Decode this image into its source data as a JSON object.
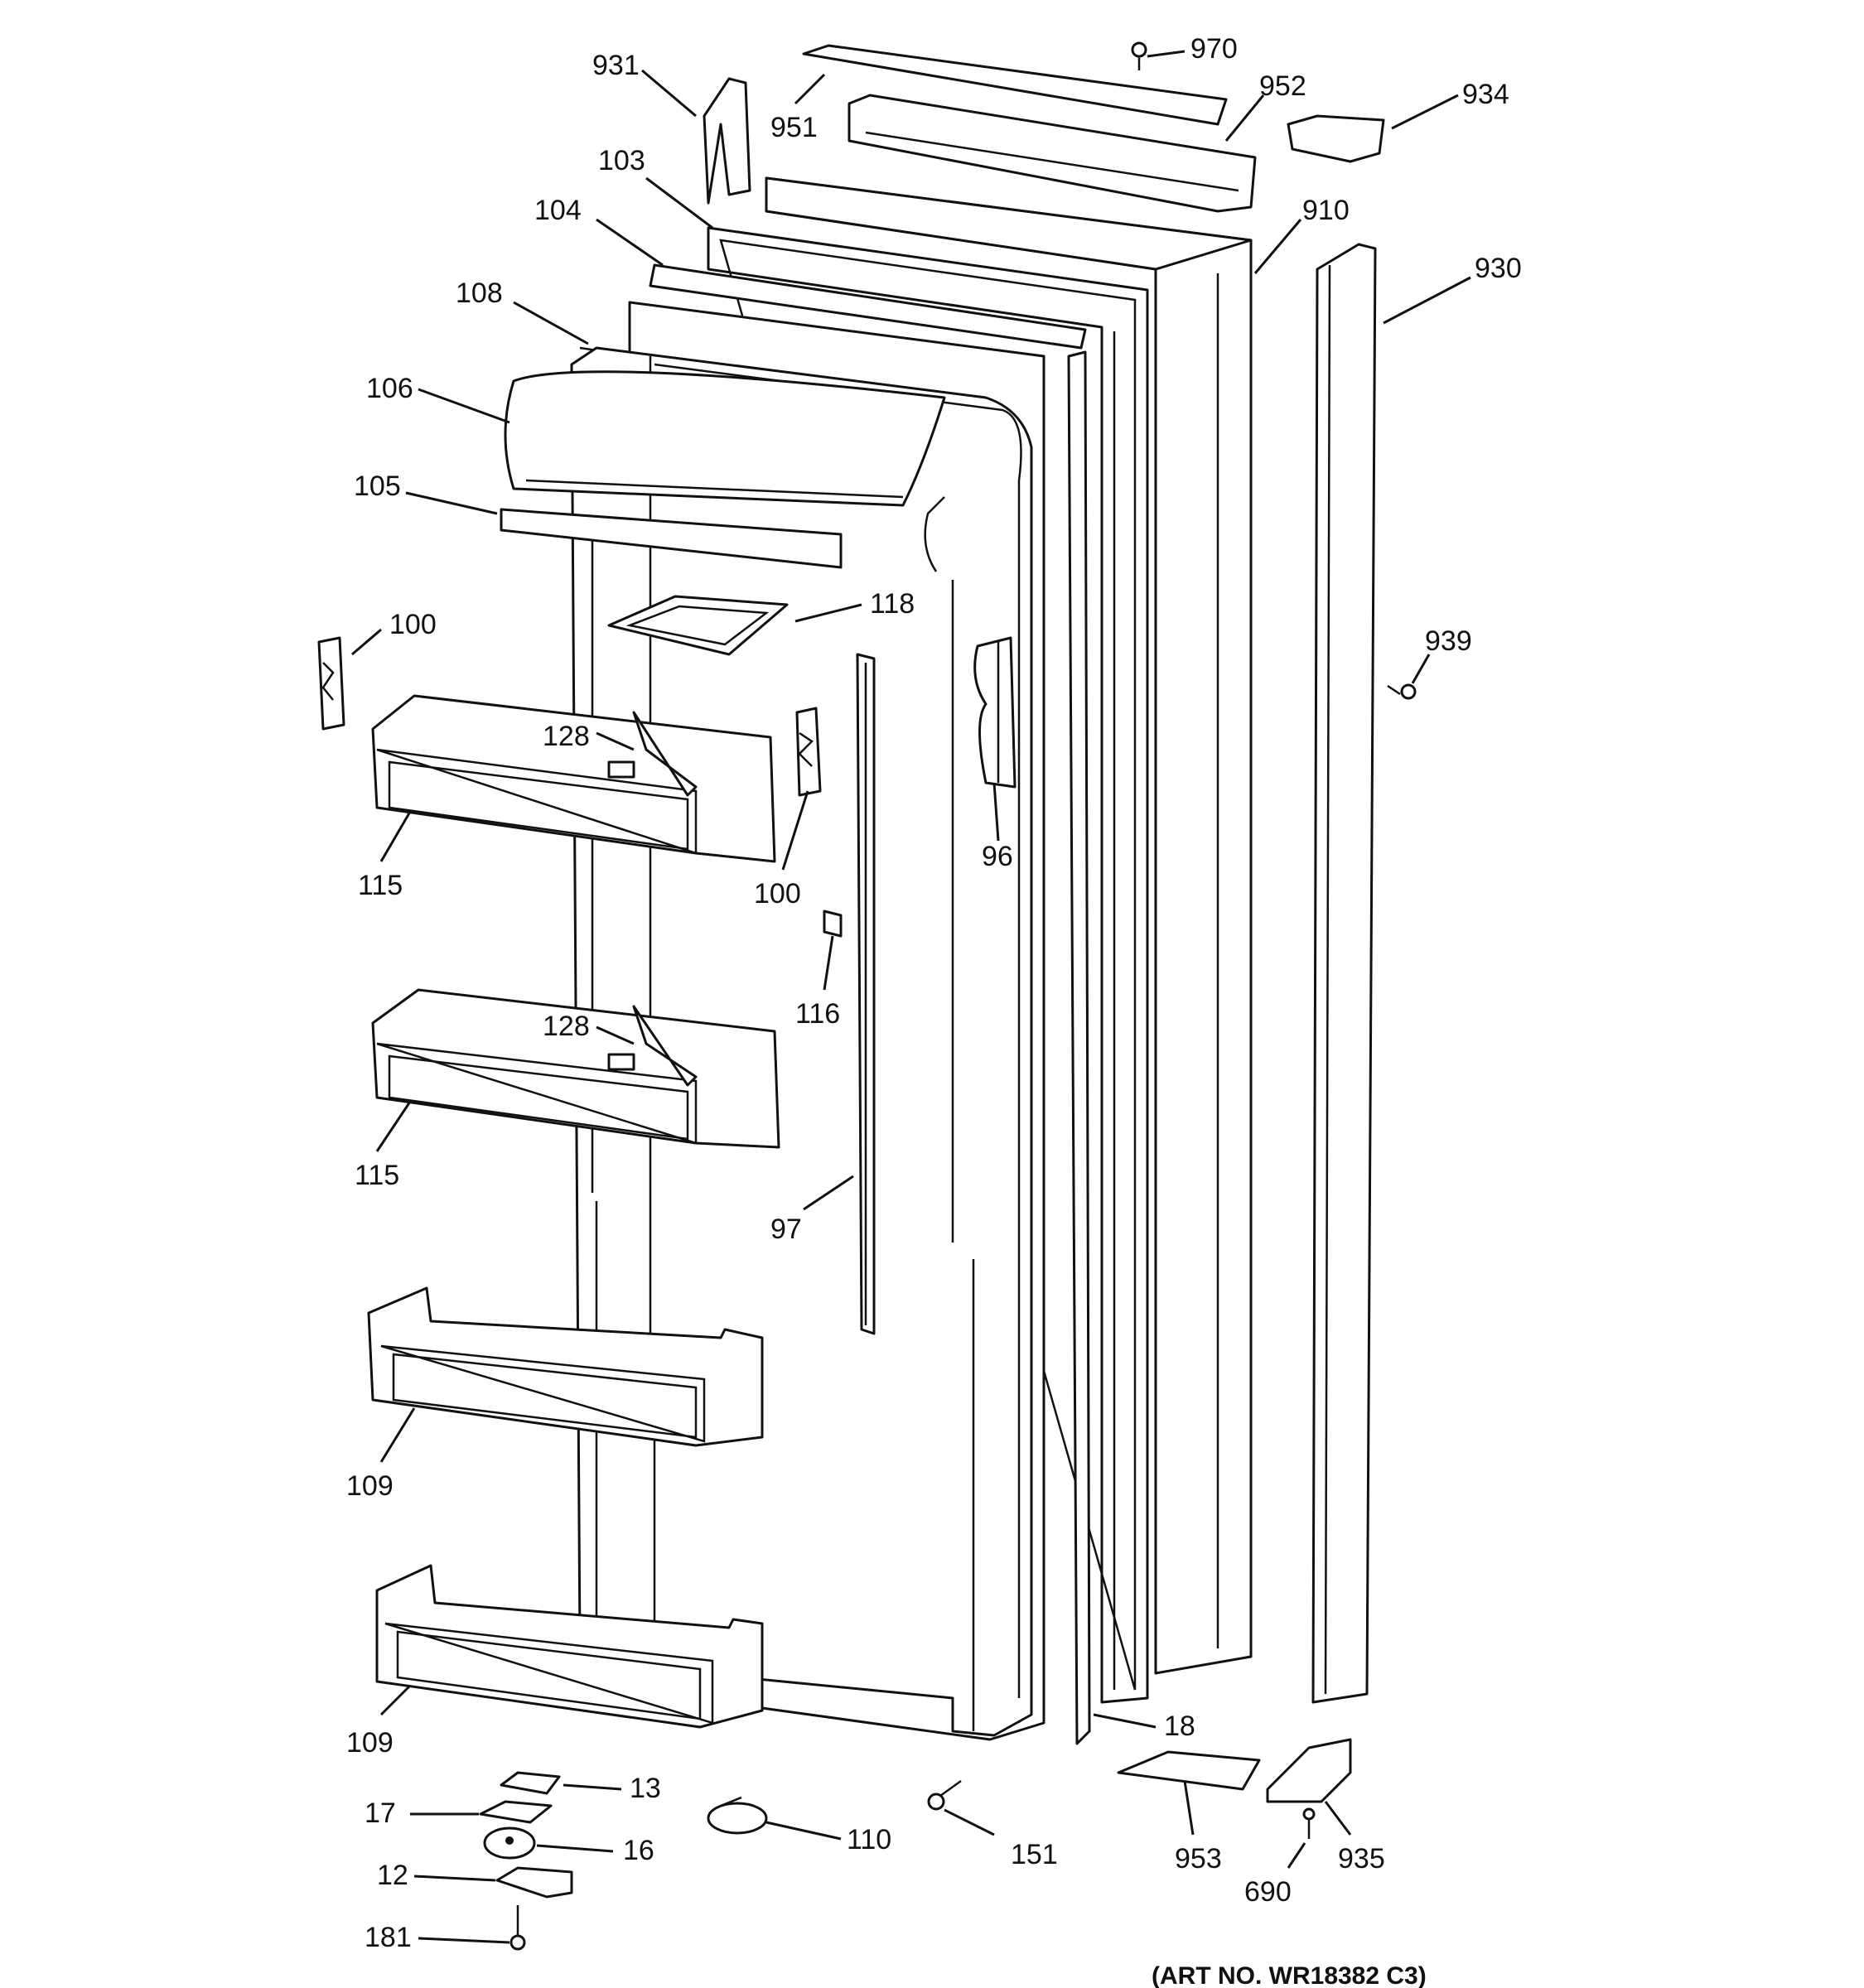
{
  "callouts": {
    "c970": "970",
    "c931": "931",
    "c951": "951",
    "c952": "952",
    "c934": "934",
    "c103": "103",
    "c104": "104",
    "c910": "910",
    "c930": "930",
    "c108": "108",
    "c106": "106",
    "c105": "105",
    "c118": "118",
    "c100a": "100",
    "c939": "939",
    "c128a": "128",
    "c115a": "115",
    "c100b": "100",
    "c96": "96",
    "c116": "116",
    "c128b": "128",
    "c115b": "115",
    "c97": "97",
    "c109a": "109",
    "c109b": "109",
    "c18": "18",
    "c13": "13",
    "c17": "17",
    "c16": "16",
    "c12": "12",
    "c181": "181",
    "c110": "110",
    "c151": "151",
    "c953": "953",
    "c690": "690",
    "c935": "935"
  },
  "art_number": "(ART NO. WR18382 C3)"
}
